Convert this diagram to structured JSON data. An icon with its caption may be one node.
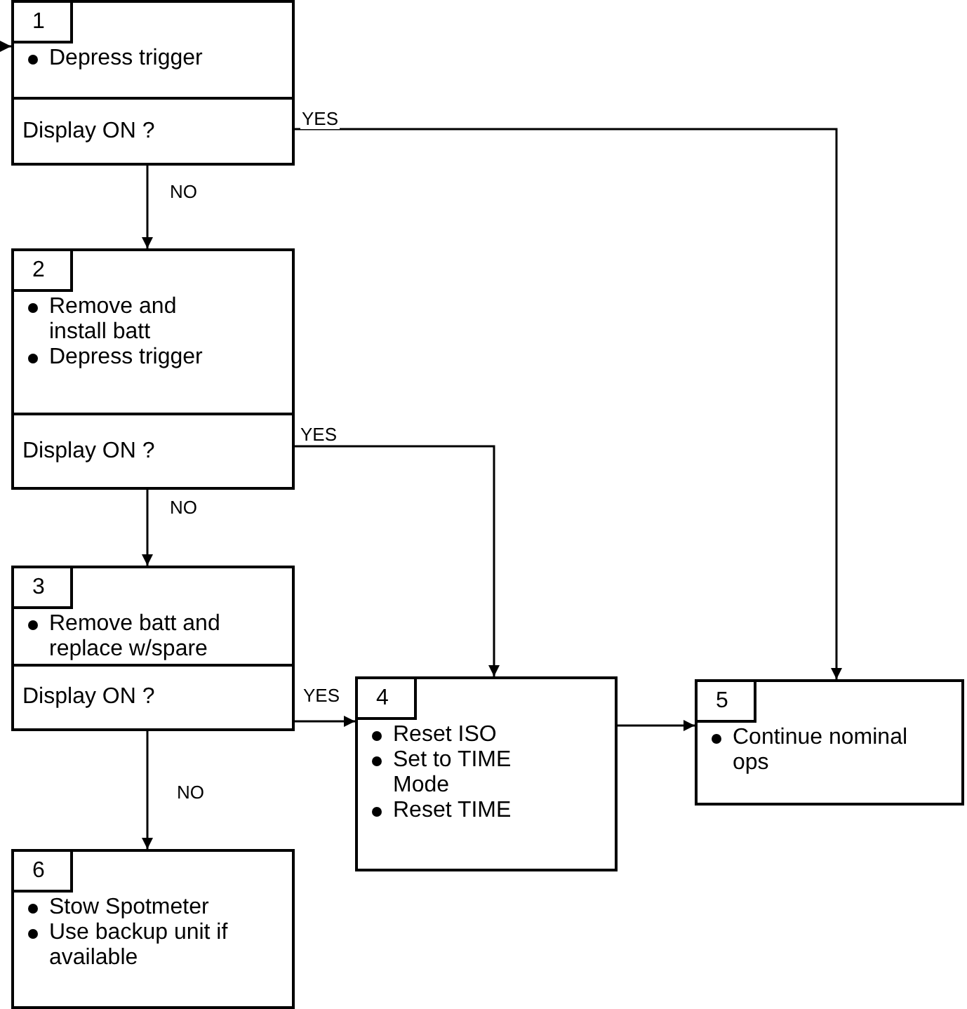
{
  "diagram": {
    "nodes": [
      {
        "text": [
          "1",
          "Depress trigger",
          "Display ON ?"
        ]
      },
      {
        "text": [
          "2",
          "Remove and install batt",
          "Depress trigger",
          "Display ON ?"
        ]
      },
      {
        "text": [
          "3",
          "Remove batt and replace w/spare",
          "Display ON ?"
        ]
      },
      {
        "text": [
          "4",
          "Reset ISO",
          "Set to TIME Mode",
          "Reset TIME"
        ]
      },
      {
        "text": [
          "5",
          "Continue nominal ops"
        ]
      },
      {
        "text": [
          "6",
          "Stow Spotmeter",
          "Use backup unit if available"
        ]
      }
    ],
    "edges": [
      {
        "from": null,
        "to": 0,
        "arrow": "to"
      },
      {
        "from": 0,
        "to": 4,
        "arrow": "to",
        "label": "YES"
      },
      {
        "from": 0,
        "to": 1,
        "arrow": "to",
        "label": "NO"
      },
      {
        "from": 1,
        "to": 3,
        "arrow": "to",
        "label": "YES"
      },
      {
        "from": 1,
        "to": 2,
        "arrow": "to",
        "label": "NO"
      },
      {
        "from": 2,
        "to": 3,
        "arrow": "to",
        "label": "YES"
      },
      {
        "from": 2,
        "to": 5,
        "arrow": "to",
        "label": "NO"
      },
      {
        "from": 3,
        "to": 4,
        "arrow": "to"
      }
    ]
  }
}
